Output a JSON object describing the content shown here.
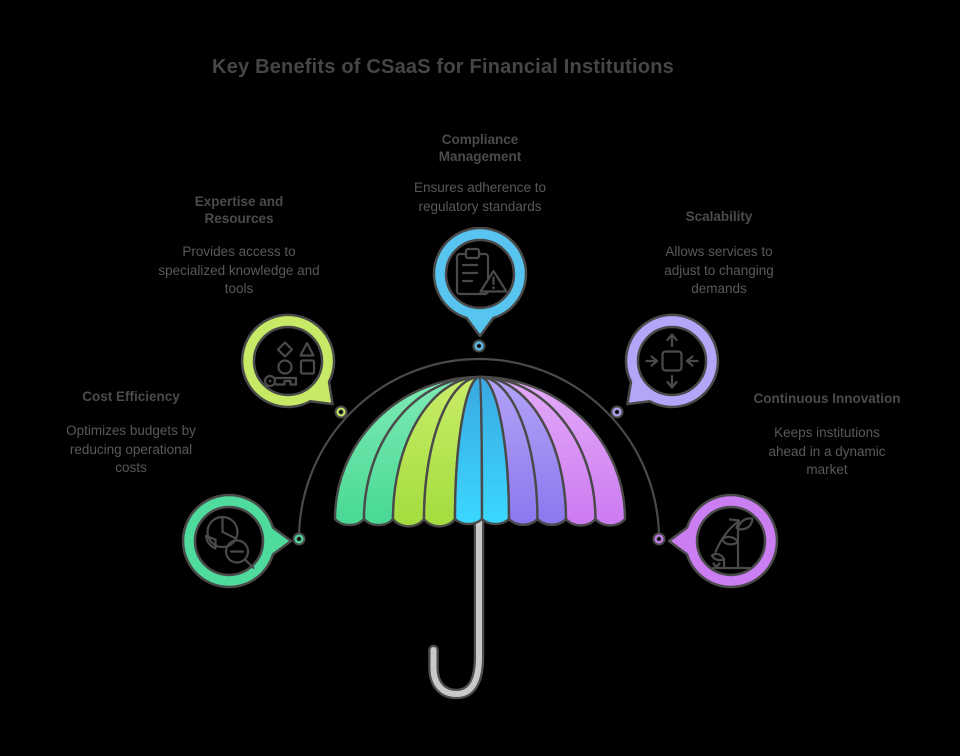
{
  "title": "Key Benefits of CSaaS for Financial Institutions",
  "palette": {
    "background": "#000000",
    "outline": "#4a4a4a",
    "title_color": "#464646",
    "heading_color": "#4b4b4b",
    "body_color": "#595959",
    "pole_outline": "#4f4f4f",
    "pole_fill": "#c9c9c9"
  },
  "benefits": [
    {
      "id": "compliance-management",
      "title": "Compliance Management",
      "description": "Ensures adherence to regulatory standards",
      "color": "#57c5f0",
      "icon": "clipboard-warning-icon"
    },
    {
      "id": "expertise-and-resources",
      "title": "Expertise and Resources",
      "description": "Provides access to specialized knowledge and tools",
      "color": "#c6ea66",
      "icon": "shapes-key-icon"
    },
    {
      "id": "scalability",
      "title": "Scalability",
      "description": "Allows services to adjust to changing demands",
      "color": "#b3a5f7",
      "icon": "resize-arrows-icon"
    },
    {
      "id": "cost-efficiency",
      "title": "Cost Efficiency",
      "description": "Optimizes budgets by reducing operational costs",
      "color": "#4edb9b",
      "icon": "pie-magnifier-icon"
    },
    {
      "id": "continuous-innovation",
      "title": "Continuous Innovation",
      "description": "Keeps institutions ahead in a dynamic market",
      "color": "#cb7df2",
      "icon": "growth-plant-icon"
    }
  ],
  "umbrella": {
    "segments": [
      {
        "name": "green",
        "top": "#7feab4",
        "bottom": "#48d994"
      },
      {
        "name": "yellow-green",
        "top": "#c9ec69",
        "bottom": "#a3dd3d"
      },
      {
        "name": "cyan",
        "top": "#3aa8e2",
        "bottom": "#3bd8ff"
      },
      {
        "name": "purple",
        "top": "#b3a3f6",
        "bottom": "#8c77ef"
      },
      {
        "name": "pink",
        "top": "#e3abf8",
        "bottom": "#cc7af1"
      }
    ]
  }
}
